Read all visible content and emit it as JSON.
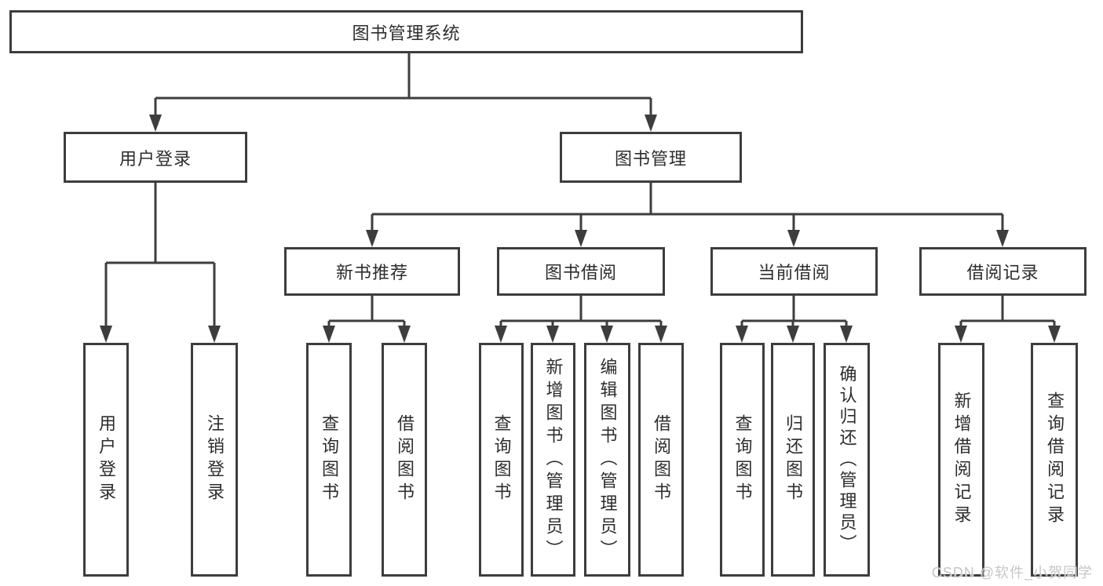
{
  "colors": {
    "line": "#3d3d3d",
    "text": "#2d2d2d",
    "watermark": "#c6c6c6",
    "bg": "#ffffff"
  },
  "diagram": {
    "root": {
      "label": "图书管理系统"
    },
    "branches": [
      {
        "label": "用户登录",
        "children": [
          {
            "label": "用户登录"
          },
          {
            "label": "注销登录"
          }
        ]
      },
      {
        "label": "图书管理",
        "children": [
          {
            "label": "新书推荐",
            "children": [
              {
                "label": "查询图书"
              },
              {
                "label": "借阅图书"
              }
            ]
          },
          {
            "label": "图书借阅",
            "children": [
              {
                "label": "查询图书"
              },
              {
                "label": "新增图书（管理员）"
              },
              {
                "label": "编辑图书（管理员）"
              },
              {
                "label": "借阅图书"
              }
            ]
          },
          {
            "label": "当前借阅",
            "children": [
              {
                "label": "查询图书"
              },
              {
                "label": "归还图书"
              },
              {
                "label": "确认归还（管理员）"
              }
            ]
          },
          {
            "label": "借阅记录",
            "children": [
              {
                "label": "新增借阅记录"
              },
              {
                "label": "查询借阅记录"
              }
            ]
          }
        ]
      }
    ]
  },
  "watermark": {
    "text": "CSDN @软件_小贺同学"
  }
}
